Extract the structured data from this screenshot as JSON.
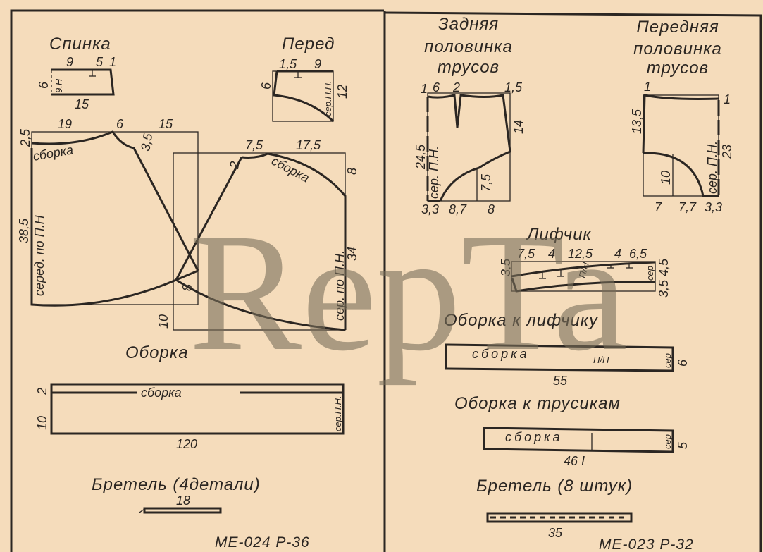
{
  "watermark": "RepTa",
  "left": {
    "spinka": {
      "title": "Спинка",
      "n9": "9",
      "n5": "5",
      "n1": "1",
      "n6": "6",
      "side": "9.Н",
      "n15": "15"
    },
    "pered": {
      "title": "Перед",
      "n15": "1,5",
      "n9": "9",
      "n6": "6",
      "side": "сер.П.Н.",
      "n12": "12"
    },
    "back": {
      "n25": "2,5",
      "n19": "19",
      "n6": "6",
      "n15": "15",
      "n35": "3,5",
      "gather": "сборка",
      "n385": "38,5",
      "side": "серед. по П.Н"
    },
    "front": {
      "n2": "2",
      "n75": "7,5",
      "n175": "17,5",
      "gather": "сборка",
      "n8": "8",
      "n34": "34",
      "side": "сер. по П.Н.",
      "n8b": "8",
      "n10": "10"
    },
    "oborka": {
      "title": "Оборка",
      "gather": "сборка",
      "n10": "10",
      "n2": "2",
      "side": "сер.П.Н.",
      "length": "120"
    },
    "bretel": {
      "title": "Бретель (4детали)",
      "length": "18"
    },
    "code": "МЕ-024 Р-36"
  },
  "right": {
    "back_trunks": {
      "title": [
        "Задняя",
        "половинка",
        "трусов"
      ],
      "n1": "1",
      "n6": "6",
      "n2": "2",
      "n15": "1,5",
      "n14": "14",
      "n245": "24,5",
      "side": "сер. П.Н.",
      "n75": "7,5",
      "n33": "3,3",
      "n87": "8,7",
      "n8": "8"
    },
    "front_trunks": {
      "title": [
        "Передняя",
        "половинка",
        "трусов"
      ],
      "n1a": "1",
      "n1b": "1",
      "n135": "13,5",
      "n23": "23",
      "side": "сер. П.Н.",
      "n10": "10",
      "n7": "7",
      "n77": "7,7",
      "n33": "3,3"
    },
    "bra": {
      "title": "Лифчик",
      "n35a": "3,5",
      "dims": [
        "7,5",
        "4",
        "12,5",
        "4",
        "6,5"
      ],
      "n45": "4,5",
      "n35b": "3,5",
      "mark": "П/Н",
      "side": "сер"
    },
    "bra_ruffle": {
      "title": "Оборка к лифчику",
      "gather": "сборка",
      "mark": "П/Н",
      "side": "сер",
      "width": "6",
      "length": "55"
    },
    "trunks_ruffle": {
      "title": "Оборка к трусикам",
      "gather": "сборка",
      "side": "сер",
      "width": "5",
      "length": "46 I"
    },
    "bretel": {
      "title": "Бретель (8 штук)",
      "length": "35"
    },
    "code": "МЕ-023 Р-32"
  }
}
